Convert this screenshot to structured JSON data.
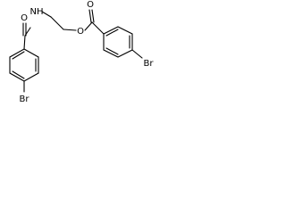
{
  "molecule": {
    "atoms": {
      "amide_o": "O",
      "amide_nh": "NH",
      "ester_o": "O",
      "carbonyl_o": "O",
      "left_br": "Br",
      "right_br": "Br"
    },
    "colors": {
      "bond": "#000000",
      "label": "#000000",
      "background": "#ffffff"
    }
  }
}
